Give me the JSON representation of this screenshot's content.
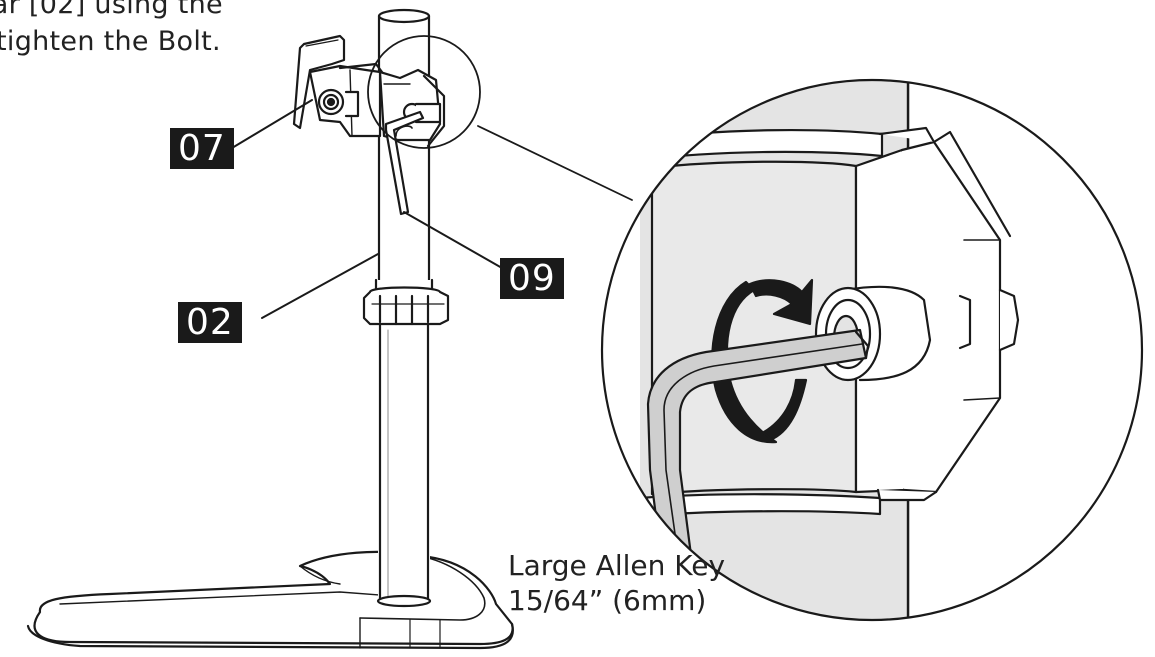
{
  "instruction": {
    "line1": "lar [02] using the",
    "line2": "tighten the Bolt."
  },
  "callouts": {
    "part07": "07",
    "part09": "09",
    "part02": "02"
  },
  "tool": {
    "name": "Large Allen Key",
    "size": "15/64” (6mm)"
  },
  "colors": {
    "line": "#1a1a1a",
    "fill_light": "#ffffff",
    "fill_grey": "#e4e4e4",
    "fill_mid": "#c8c8c8"
  }
}
